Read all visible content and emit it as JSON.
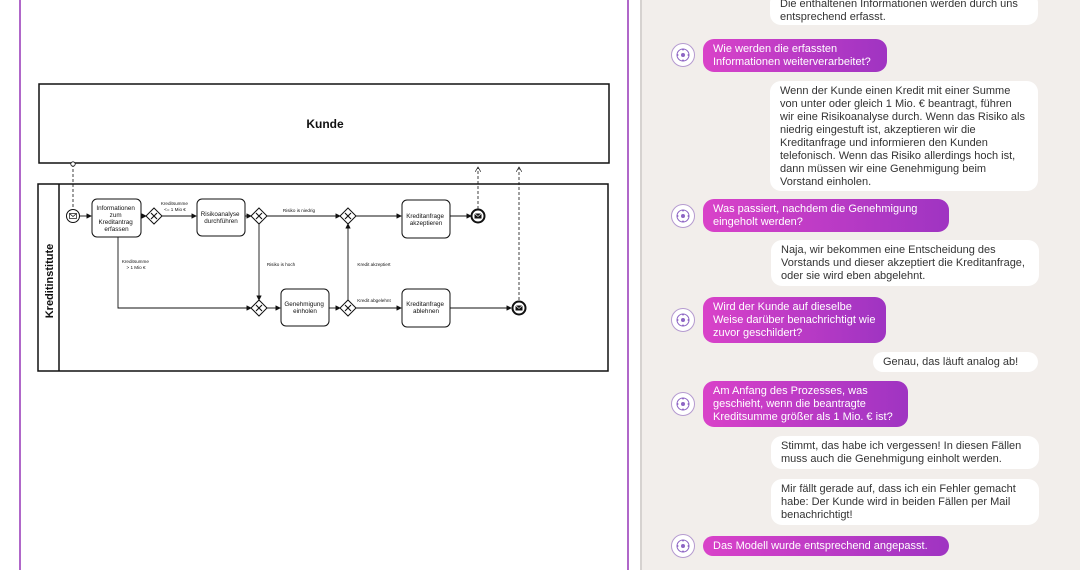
{
  "diagram": {
    "pool_top_title": "Kunde",
    "pool_bottom_title": "Kreditinstitute",
    "tasks": {
      "capture": [
        "Informationen",
        "zum",
        "Kreditantrag",
        "erfassen"
      ],
      "risk": [
        "Risikoanalyse",
        "durchführen"
      ],
      "accept": [
        "Kreditanfrage",
        "akzeptieren"
      ],
      "approval": [
        "Genehmigung",
        "einholen"
      ],
      "reject": [
        "Kreditanfrage",
        "ablehnen"
      ]
    },
    "labels": {
      "sum_low": [
        "Kreditsumme",
        "<= 1 Mio €"
      ],
      "sum_high": [
        "Kreditsumme",
        "> 1 Mio €"
      ],
      "risk_low": "Risiko is niedrig",
      "risk_high": "Risiko is hoch",
      "approved": "Kredit akzeptiert",
      "declined": "Kredit abgelehnt"
    }
  },
  "chat": {
    "messages": [
      {
        "role": "user",
        "text": "Die enthaltenen Informationen werden durch uns entsprechend erfasst."
      },
      {
        "role": "bot",
        "text": "Wie werden die erfassten Informationen weiterverarbeitet?"
      },
      {
        "role": "user",
        "text": "Wenn der Kunde einen Kredit mit einer Summe von unter oder gleich 1 Mio. € beantragt, führen wir eine Risikoanalyse durch. Wenn das Risiko als niedrig eingestuft ist, akzeptieren wir die Kreditanfrage und informieren den Kunden telefonisch. Wenn das Risiko allerdings hoch ist, dann müssen wir eine Genehmigung beim Vorstand einholen."
      },
      {
        "role": "bot",
        "text": "Was passiert, nachdem die Genehmigung eingeholt werden?"
      },
      {
        "role": "user",
        "text": "Naja, wir bekommen eine Entscheidung des Vorstands und dieser akzeptiert die Kreditanfrage, oder sie wird eben abgelehnt."
      },
      {
        "role": "bot",
        "text": "Wird der Kunde auf dieselbe Weise darüber benachrichtigt wie zuvor geschildert?"
      },
      {
        "role": "user",
        "text": "Genau, das läuft analog ab!"
      },
      {
        "role": "bot",
        "text": "Am Anfang des Prozesses, was geschieht, wenn die beantragte Kreditsumme größer als 1 Mio. € ist?"
      },
      {
        "role": "user",
        "text": "Stimmt, das habe ich vergessen! In diesen Fällen muss auch die Genehmigung einholt werden."
      },
      {
        "role": "user",
        "text": "Mir fällt gerade auf, dass ich ein Fehler gemacht habe: Der Kunde wird in beiden Fällen per Mail benachrichtigt!"
      },
      {
        "role": "bot",
        "text": "Das Modell wurde entsprechend angepasst."
      }
    ]
  },
  "colors": {
    "bot_gradient_start": "#d942c9",
    "bot_gradient_end": "#9f34c2",
    "frame": "#b067c9",
    "chat_background": "#f2eeeb"
  }
}
